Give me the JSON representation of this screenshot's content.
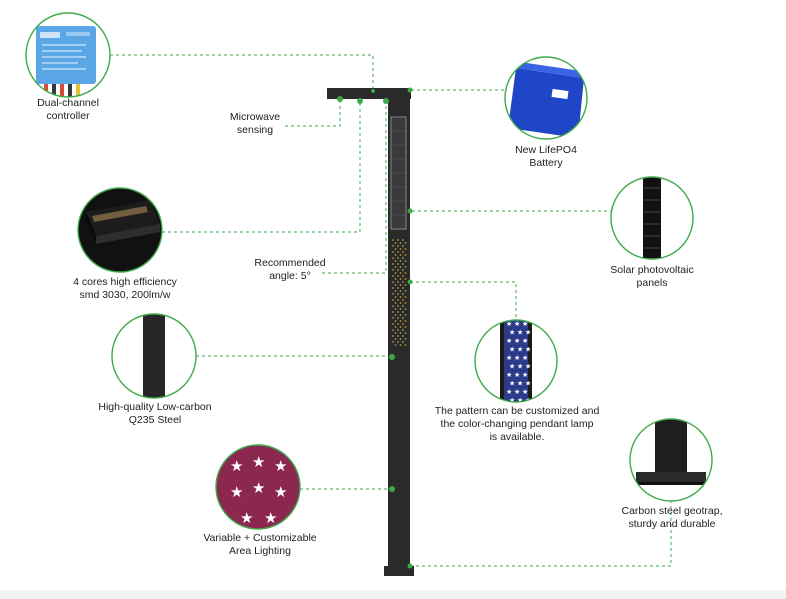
{
  "labels": {
    "controller": "Dual-channel\ncontroller",
    "microwave": "Microwave\nsensing",
    "battery": "New LifePO4\nBattery",
    "led": "4 cores high efficiency\nsmd 3030, 200lm/w",
    "angle": "Recommended\nangle: 5°",
    "solar": "Solar photovoltaic\npanels",
    "steel": "High-quality Low-carbon\nQ235 Steel",
    "pattern": "The pattern can be customized and\nthe color-changing pendant lamp\nis available.",
    "area": "Variable + Customizable\nArea Lighting",
    "base": "Carbon steel geotrap,\nsturdy and durable"
  },
  "colors": {
    "accent_green": "#3daa4a",
    "pole": "#2a2a2a",
    "battery_blue": "#2046c8",
    "area_magenta": "#8c2850",
    "pattern_navy": "#2c3a8a",
    "lamp_gold": "#b49a3c"
  }
}
